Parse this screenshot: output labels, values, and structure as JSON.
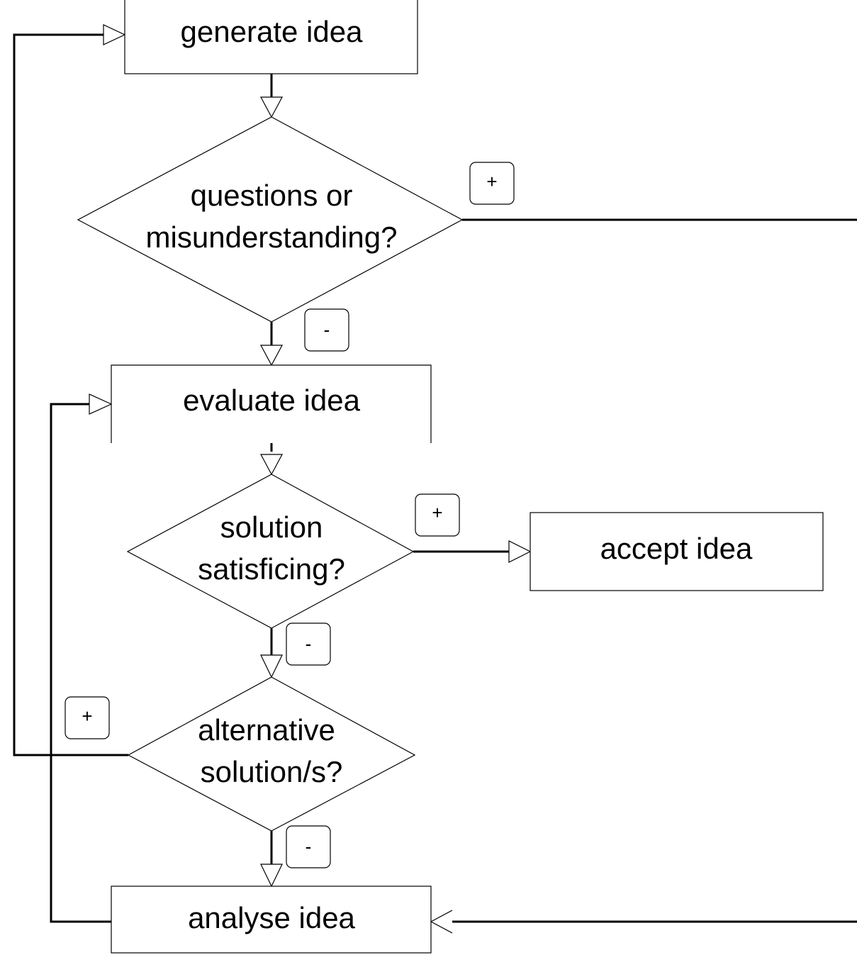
{
  "nodes": {
    "generate": {
      "label": "generate idea"
    },
    "questions": {
      "line1": "questions or",
      "line2": "misunderstanding?"
    },
    "evaluate": {
      "label": "evaluate idea"
    },
    "solution": {
      "line1": "solution",
      "line2": "satisficing?"
    },
    "accept": {
      "label": "accept idea"
    },
    "alternative": {
      "line1": "alternative",
      "line2": "solution/s?"
    },
    "analyse": {
      "label": "analyse idea"
    }
  },
  "badges": {
    "questions_plus": "+",
    "questions_minus": "-",
    "solution_plus": "+",
    "solution_minus": "-",
    "alternative_plus": "+",
    "alternative_minus": "-"
  },
  "colors": {
    "stroke": "#000000",
    "background": "#ffffff"
  }
}
